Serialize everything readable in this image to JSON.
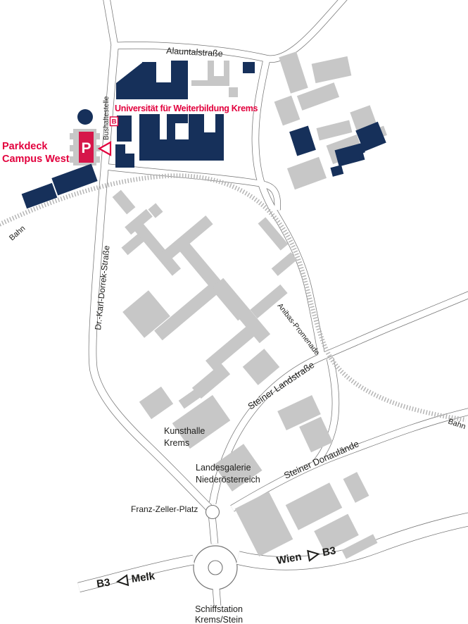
{
  "railway": {
    "label": "Bahn"
  },
  "streets": {
    "alauntalstrasse": "Alauntalstraße",
    "dr_karl_dorrek_strasse": "Dr.-Karl-Dorrek-Straße",
    "anibas_promenade": "Anibas-Promenade",
    "steiner_landstrasse": "Steiner Landstraße",
    "steiner_donaulaende": "Steiner Donaulände"
  },
  "university": {
    "label": "Universität für Weiterbildung Krems"
  },
  "parking": {
    "title_line1": "Parkdeck",
    "title_line2": "Campus West",
    "icon": "P"
  },
  "bus_stop": {
    "label": "Bushaltestelle",
    "icon": "B"
  },
  "pois": {
    "kunsthalle_line1": "Kunsthalle",
    "kunsthalle_line2": "Krems",
    "landesgalerie_line1": "Landesgalerie",
    "landesgalerie_line2": "Niederösterreich",
    "franz_zeller_platz": "Franz-Zeller-Platz",
    "schiffstation_line1": "Schiffstation",
    "schiffstation_line2": "Krems/Stein"
  },
  "directions": {
    "east_label": "Wien",
    "east_road": "B3",
    "west_road": "B3",
    "west_label": "Melk"
  },
  "colors": {
    "university_buildings": "#16305a",
    "other_buildings": "#c7c7c7",
    "accent_red": "#e2003d",
    "parking_red": "#d6164a",
    "road_casing": "#757575",
    "railway": "#b4b4b4",
    "text": "#1d1d1b"
  }
}
